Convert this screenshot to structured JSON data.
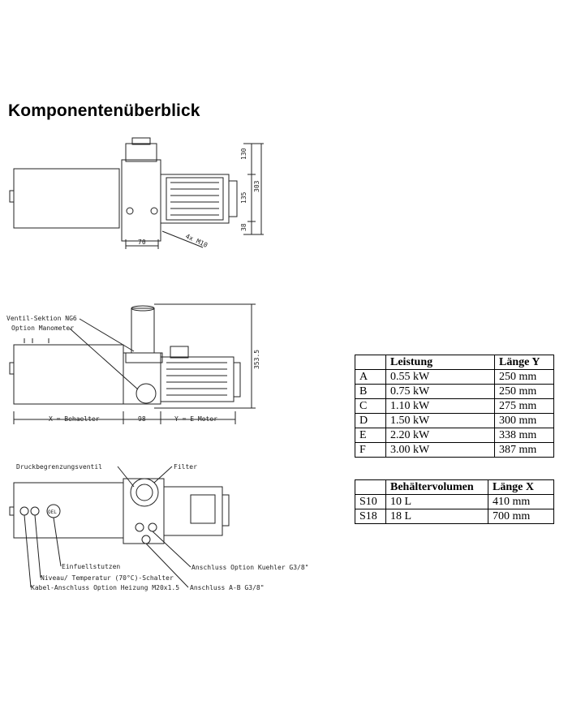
{
  "page": {
    "title": "Komponentenüberblick"
  },
  "drawing": {
    "view1": {
      "dim_130": "130",
      "dim_303": "303",
      "dim_135": "135",
      "dim_38": "38",
      "dim_70": "70",
      "thread": "4x M10"
    },
    "view2": {
      "label_ventil": "Ventil-Sektion NG6",
      "label_manometer": "Option Manometer",
      "dim_3535": "353.5",
      "dim_x": "X = Behaelter",
      "dim_98": "98",
      "dim_y": "Y = E-Motor"
    },
    "view3": {
      "label_druck": "Druckbegrenzungsventil",
      "label_filter": "Filter",
      "label_einfuell": "Einfuellstutzen",
      "label_niveau": "Niveau/ Temperatur (70°C)-Schalter",
      "label_kabel": "Kabel-Anschluss Option Heizung M20x1.5",
      "label_kuehler": "Anschluss Option Kuehler G3/8\"",
      "label_ab": "Anschluss A-B   G3/8\"",
      "oel": "OEL"
    }
  },
  "table_motor": {
    "headers": [
      "",
      "Leistung",
      "Länge Y"
    ],
    "rows": [
      [
        "A",
        "0.55 kW",
        "250 mm"
      ],
      [
        "B",
        "0.75 kW",
        "250 mm"
      ],
      [
        "C",
        "1.10 kW",
        "275 mm"
      ],
      [
        "D",
        "1.50 kW",
        "300 mm"
      ],
      [
        "E",
        "2.20 kW",
        "338 mm"
      ],
      [
        "F",
        "3.00 kW",
        "387 mm"
      ]
    ]
  },
  "table_tank": {
    "headers": [
      "",
      "Behältervolumen",
      "Länge X"
    ],
    "rows": [
      [
        "S10",
        "10 L",
        "410 mm"
      ],
      [
        "S18",
        "18 L",
        "700 mm"
      ]
    ]
  }
}
